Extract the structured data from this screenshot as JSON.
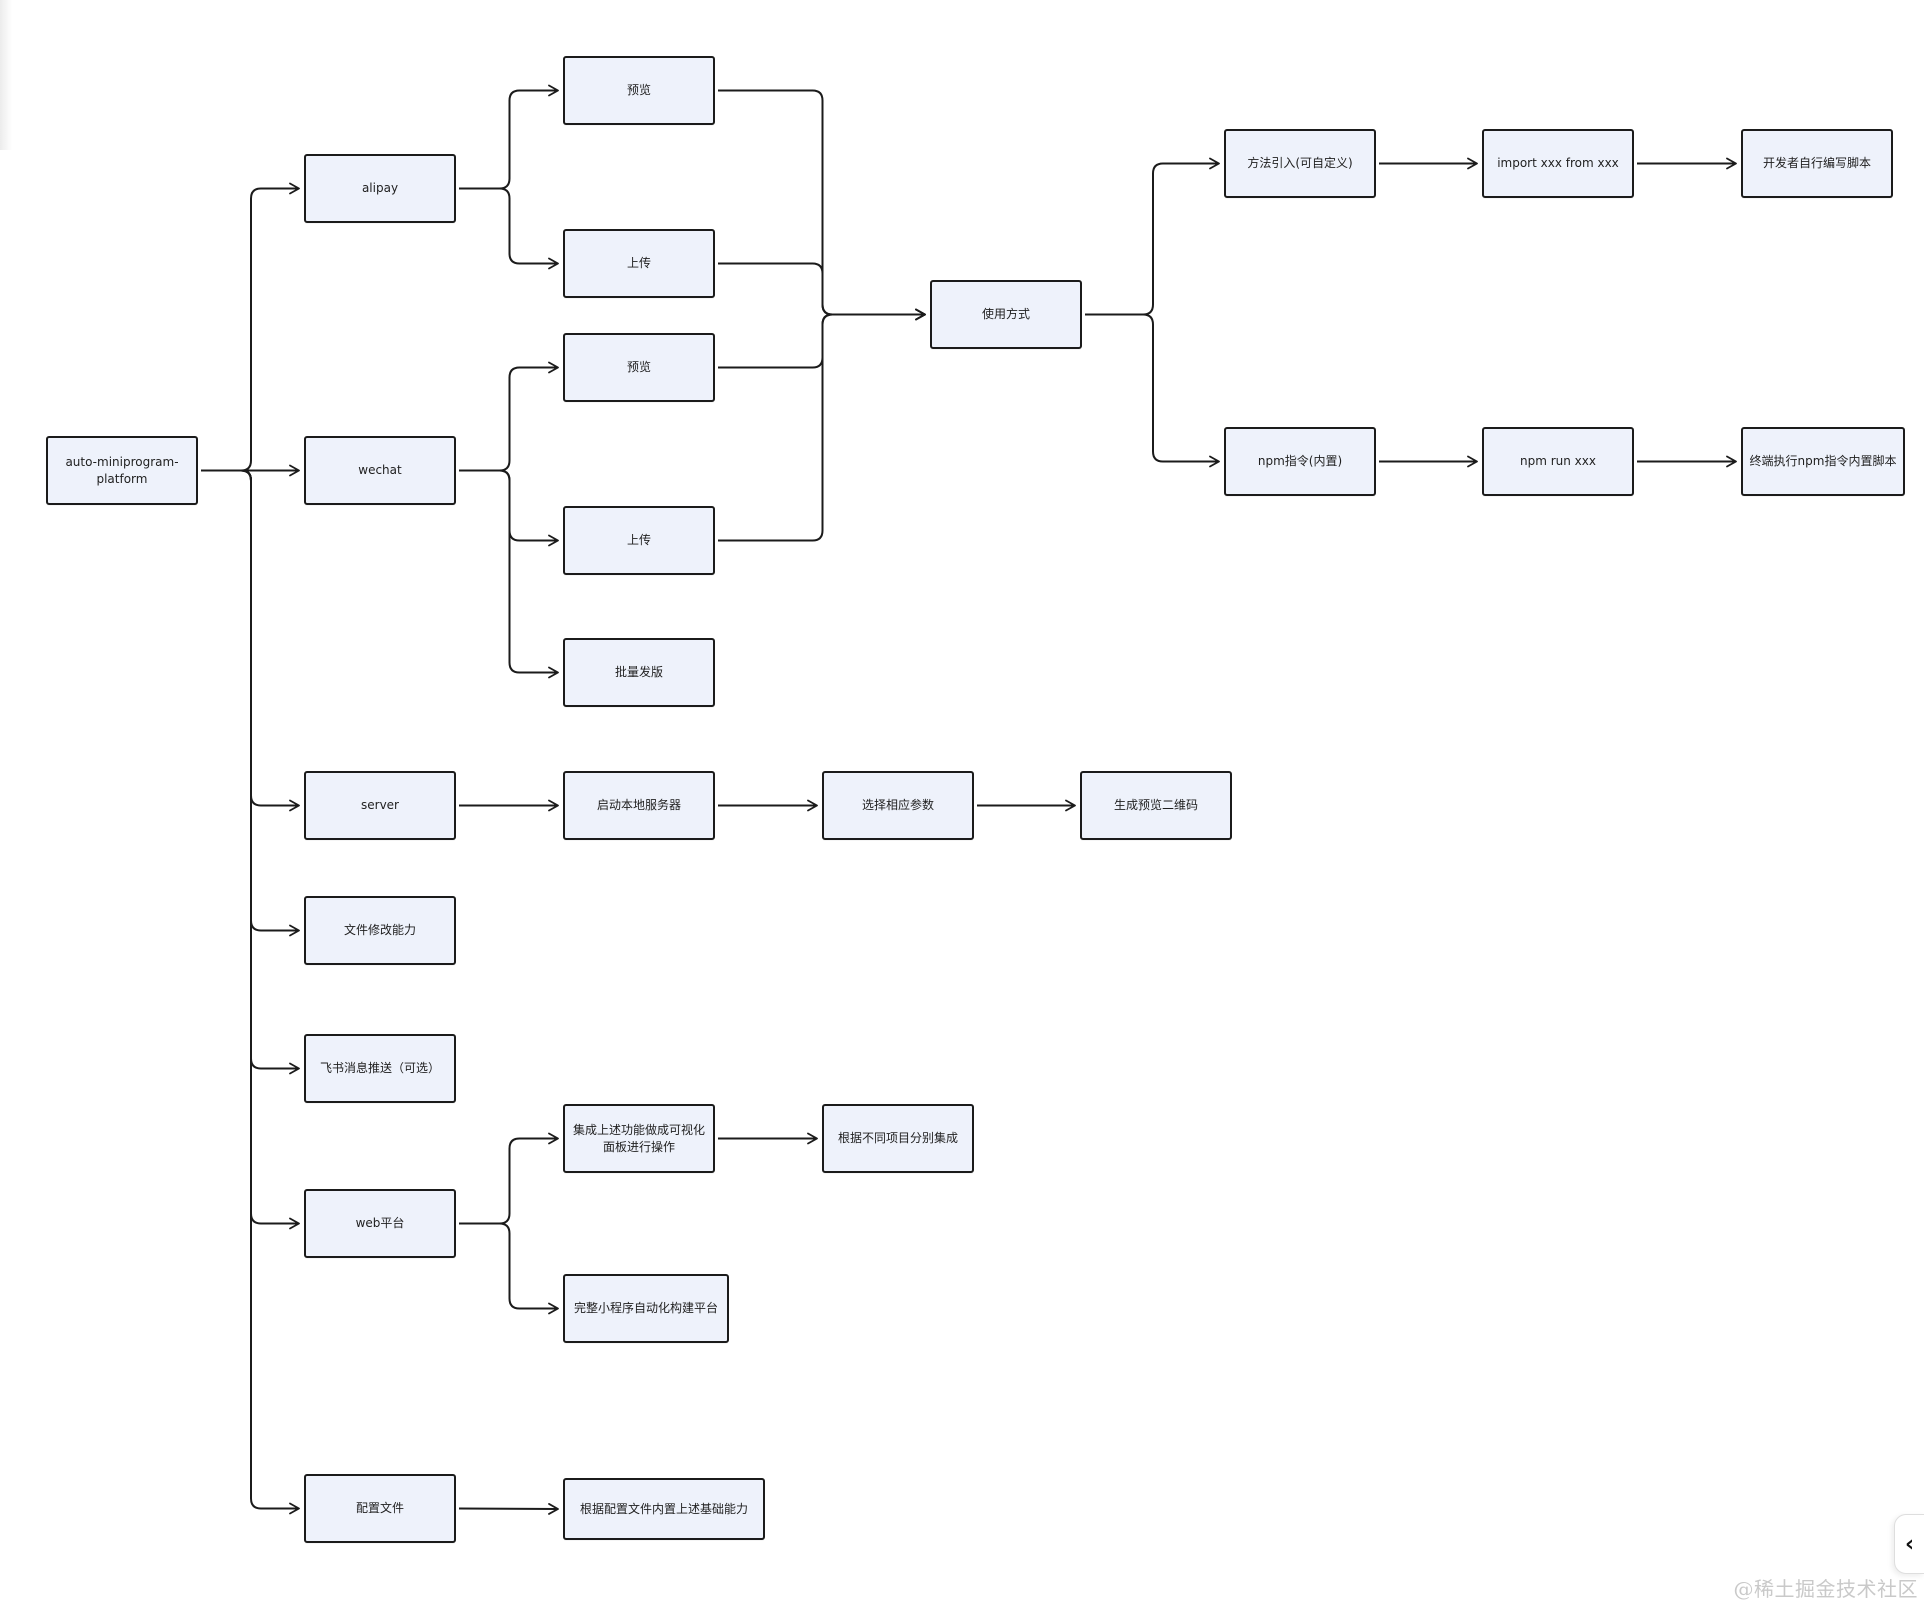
{
  "diagram": {
    "stroke_color": "#1b1b1b",
    "node_fill": "#eef2fb",
    "nodes": {
      "root": "auto-miniprogram-\nplatform",
      "alipay": "alipay",
      "alipay_preview": "预览",
      "alipay_upload": "上传",
      "wechat": "wechat",
      "wechat_preview": "预览",
      "wechat_upload": "上传",
      "wechat_batch": "批量发版",
      "usage": "使用方式",
      "method_import": "方法引入(可自定义)",
      "import_stmt": "import xxx from xxx",
      "dev_script": "开发者自行编写脚本",
      "npm_cmd": "npm指令(内置)",
      "npm_run": "npm run xxx",
      "terminal_exec": "终端执行npm指令内置脚本",
      "server": "server",
      "start_server": "启动本地服务器",
      "select_params": "选择相应参数",
      "gen_qrcode": "生成预览二维码",
      "file_modify": "文件修改能力",
      "feishu": "飞书消息推送（可选）",
      "web": "web平台",
      "visual_panel": "集成上述功能做成可视化\n面板进行操作",
      "per_project": "根据不同项目分别集成",
      "full_platform": "完整小程序自动化构建平台",
      "config": "配置文件",
      "config_builtin": "根据配置文件内置上述基础能力"
    },
    "edges": [
      [
        "root",
        "alipay"
      ],
      [
        "root",
        "wechat"
      ],
      [
        "root",
        "server"
      ],
      [
        "root",
        "file_modify"
      ],
      [
        "root",
        "feishu"
      ],
      [
        "root",
        "web"
      ],
      [
        "root",
        "config"
      ],
      [
        "alipay",
        "alipay_preview"
      ],
      [
        "alipay",
        "alipay_upload"
      ],
      [
        "wechat",
        "wechat_preview"
      ],
      [
        "wechat",
        "wechat_upload"
      ],
      [
        "wechat",
        "wechat_batch"
      ],
      [
        "alipay_preview",
        "usage"
      ],
      [
        "alipay_upload",
        "usage"
      ],
      [
        "wechat_preview",
        "usage"
      ],
      [
        "wechat_upload",
        "usage"
      ],
      [
        "usage",
        "method_import"
      ],
      [
        "usage",
        "npm_cmd"
      ],
      [
        "method_import",
        "import_stmt"
      ],
      [
        "import_stmt",
        "dev_script"
      ],
      [
        "npm_cmd",
        "npm_run"
      ],
      [
        "npm_run",
        "terminal_exec"
      ],
      [
        "server",
        "start_server"
      ],
      [
        "start_server",
        "select_params"
      ],
      [
        "select_params",
        "gen_qrcode"
      ],
      [
        "web",
        "visual_panel"
      ],
      [
        "web",
        "full_platform"
      ],
      [
        "visual_panel",
        "per_project"
      ],
      [
        "config",
        "config_builtin"
      ]
    ]
  },
  "ui": {
    "collapse_icon": "chevron-left-icon",
    "collapse_glyph": "‹",
    "watermark": "@稀土掘金技术社区"
  }
}
